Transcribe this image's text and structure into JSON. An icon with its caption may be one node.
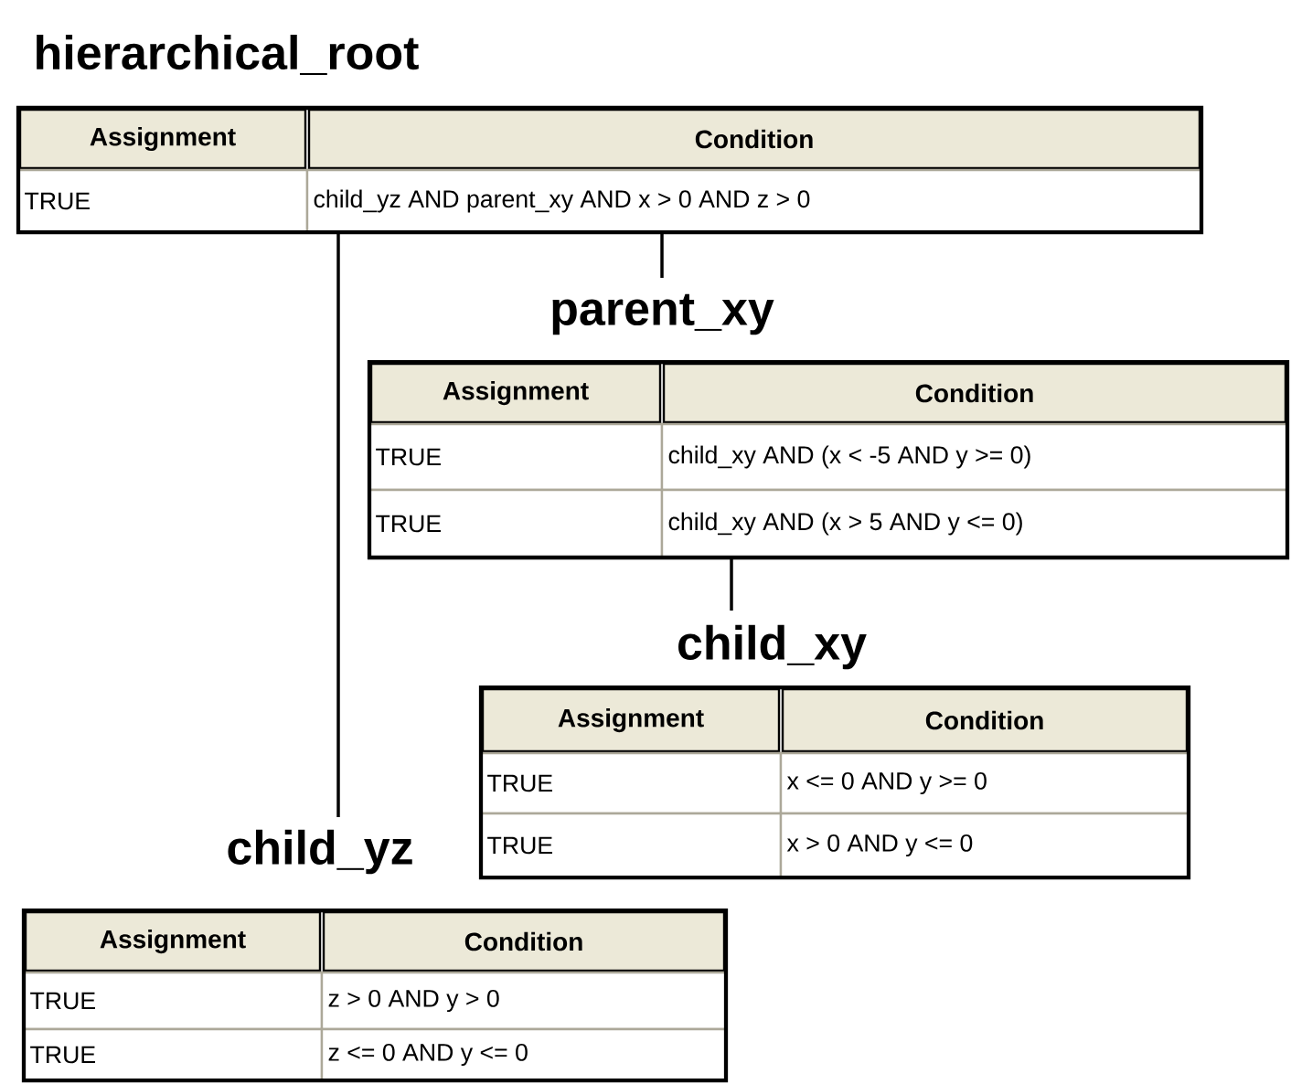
{
  "diagram": {
    "nodes": [
      {
        "text": [
          "hierarchical_root",
          "Assignment",
          "Condition",
          "TRUE",
          "child_yz  AND parent_xy AND x > 0 AND z > 0"
        ]
      },
      {
        "text": [
          "parent_xy",
          "Assignment",
          "Condition",
          "TRUE",
          "child_xy AND (x < -5  AND y >= 0)",
          "TRUE",
          "child_xy AND (x > 5   AND y <= 0)"
        ]
      },
      {
        "text": [
          "child_xy",
          "Assignment",
          "Condition",
          "TRUE",
          "x <= 0 AND y >= 0",
          "TRUE",
          "x > 0 AND y <= 0"
        ]
      },
      {
        "text": [
          "child_yz",
          "Assignment",
          "Condition",
          "TRUE",
          "z > 0 AND y > 0",
          "TRUE",
          "z <= 0 AND y <= 0"
        ]
      }
    ],
    "edges": [
      {
        "from": 0,
        "to": 3,
        "arrow": "none"
      },
      {
        "from": 0,
        "to": 1,
        "arrow": "none"
      },
      {
        "from": 1,
        "to": 2,
        "arrow": "none"
      }
    ]
  }
}
